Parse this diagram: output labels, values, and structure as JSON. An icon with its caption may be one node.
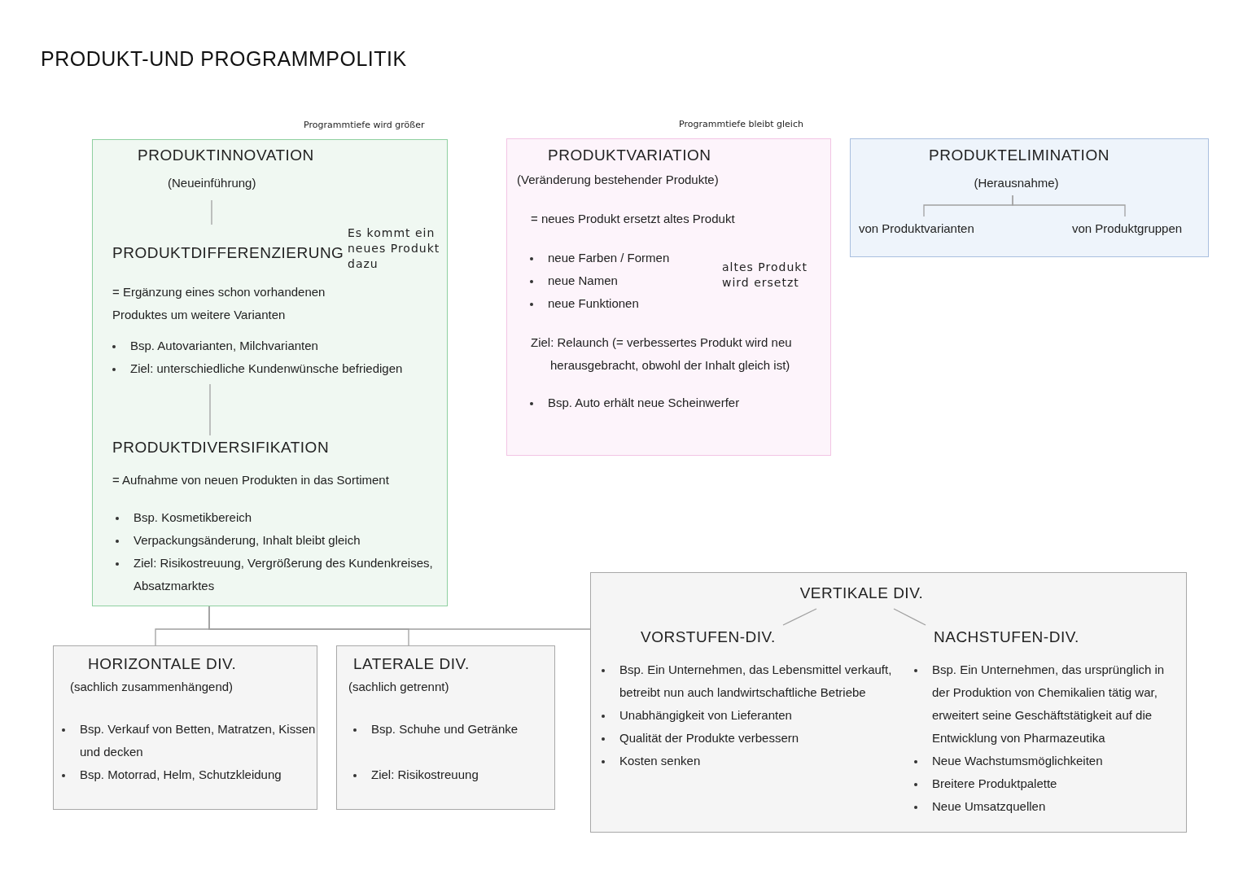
{
  "diagram": {
    "title": "PRODUKT-UND PROGRAMMPOLITIK",
    "nodes": [
      {
        "text": [],
        "shape": "box",
        "beside": [
          "Programmtiefe wird größer"
        ]
      },
      {
        "text": [
          "PRODUKTINNOVATION",
          "(Neueinführung)"
        ],
        "in": 0
      },
      {
        "text": [
          "PRODUKTDIFFERENZIERUNG",
          "Es kommt ein neues Produkt dazu",
          "= Ergänzung eines schon vorhandenen Produktes um weitere Varianten",
          "Bsp. Autovarianten, Milchvarianten",
          "Ziel: unterschiedliche Kundenwünsche befriedigen"
        ],
        "in": 0
      },
      {
        "text": [
          "PRODUKTDIVERSIFIKATION",
          "= Aufnahme von neuen Produkten in das Sortiment",
          "Bsp. Kosmetikbereich",
          "Verpackungsänderung, Inhalt bleibt gleich",
          "Ziel: Risikostreuung, Vergrößerung des Kundenkreises, Absatzmarktes"
        ],
        "in": 0
      },
      {
        "text": [
          "PRODUKTVARIATION",
          "(Veränderung bestehender Produkte)",
          "= neues Produkt ersetzt altes Produkt",
          "neue Farben / Formen",
          "altes Produkt wird ersetzt",
          "neue Namen",
          "neue Funktionen",
          "Ziel: Relaunch (= verbessertes Produkt wird neu herausgebracht, obwohl der Inhalt gleich ist)",
          "Bsp. Auto erhält neue Scheinwerfer"
        ],
        "beside": [
          "Programmtiefe bleibt gleich"
        ]
      },
      {
        "text": [],
        "shape": "box"
      },
      {
        "text": [
          "PRODUKTELIMINATION",
          "(Herausnahme)"
        ],
        "in": 5
      },
      {
        "text": [
          "von Produktvarianten"
        ],
        "in": 5
      },
      {
        "text": [
          "von Produktgruppen"
        ],
        "in": 5
      },
      {
        "text": [
          "HORIZONTALE DIV.",
          "(sachlich zusammenhängend)",
          "Bsp. Verkauf von Betten, Matratzen, Kissen und decken",
          "Bsp. Motorrad, Helm, Schutzkleidung"
        ]
      },
      {
        "text": [
          "LATERALE DIV.",
          "(sachlich getrennt)",
          "Bsp. Schuhe und Getränke",
          "Ziel: Risikostreuung"
        ]
      },
      {
        "text": [],
        "shape": "box"
      },
      {
        "text": [
          "VERTIKALE DIV."
        ],
        "in": 11
      },
      {
        "text": [
          "VORSTUFEN-DIV.",
          "Bsp. Ein Unternehmen, das Lebensmittel verkauft, betreibt nun auch landwirtschaftliche Betriebe",
          "Unabhängigkeit von Lieferanten",
          "Qualität der Produkte verbessern",
          "Kosten senken"
        ],
        "in": 11
      },
      {
        "text": [
          "NACHSTUFEN-DIV.",
          "Bsp. Ein Unternehmen, das ursprünglich in der Produktion von Chemikalien tätig war, erweitert seine Geschäftstätigkeit auf die Entwicklung von Pharmazeutika",
          "Neue Wachstumsmöglichkeiten",
          "Breitere Produktpalette",
          "Neue Umsatzquellen"
        ],
        "in": 11
      }
    ],
    "edges": [
      {
        "from": 1,
        "to": 2,
        "arrow": "none"
      },
      {
        "from": 2,
        "to": 3,
        "arrow": "none"
      },
      {
        "from": 0,
        "to": 9,
        "arrow": "none"
      },
      {
        "from": 0,
        "to": 10,
        "arrow": "none"
      },
      {
        "from": 0,
        "to": 11,
        "arrow": "none"
      },
      {
        "from": 6,
        "to": 7,
        "arrow": "none"
      },
      {
        "from": 6,
        "to": 8,
        "arrow": "none"
      },
      {
        "from": 12,
        "to": 13,
        "arrow": "none"
      },
      {
        "from": 12,
        "to": 14,
        "arrow": "none"
      }
    ]
  }
}
